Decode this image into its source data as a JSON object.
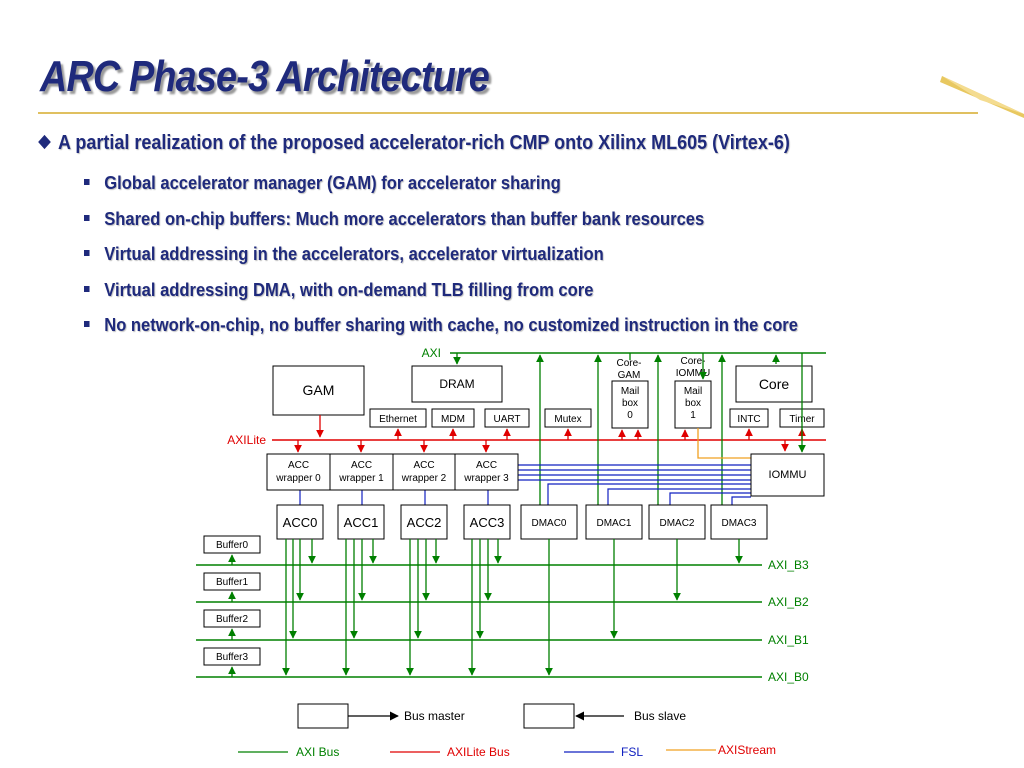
{
  "slide": {
    "title": "ARC Phase-3 Architecture",
    "bullet": "A partial realization of the proposed accelerator-rich CMP onto Xilinx ML605 (Virtex-6)",
    "sub_bullets": [
      "Global accelerator manager (GAM) for accelerator sharing",
      "Shared on-chip buffers: Much more accelerators than buffer bank resources",
      "Virtual addressing in the accelerators, accelerator virtualization",
      "Virtual addressing DMA, with on-demand TLB filling from core",
      "No network-on-chip, no buffer sharing with cache, no customized instruction in the core"
    ]
  },
  "colors": {
    "title": "#1f2a7c",
    "axi": "#008000",
    "axilite": "#e00000",
    "fsl": "#1020c0",
    "axistream": "#f0a020"
  },
  "diagram": {
    "buses": {
      "axi": "AXI",
      "axilite": "AXILite",
      "b3": "AXI_B3",
      "b2": "AXI_B2",
      "b1": "AXI_B1",
      "b0": "AXI_B0"
    },
    "blocks": {
      "gam": "GAM",
      "dram": "DRAM",
      "core": "Core",
      "core_gam_label": [
        "Core-",
        "GAM"
      ],
      "core_iommu_label": [
        "Core-",
        "IOMMU"
      ],
      "mailbox0": [
        "Mail",
        "box",
        "0"
      ],
      "mailbox1": [
        "Mail",
        "box",
        "1"
      ],
      "ethernet": "Ethernet",
      "mdm": "MDM",
      "uart": "UART",
      "mutex": "Mutex",
      "intc": "INTC",
      "timer": "Timer",
      "iommu": "IOMMU",
      "wrappers": [
        [
          "ACC",
          "wrapper 0"
        ],
        [
          "ACC",
          "wrapper 1"
        ],
        [
          "ACC",
          "wrapper 2"
        ],
        [
          "ACC",
          "wrapper 3"
        ]
      ],
      "accs": [
        "ACC0",
        "ACC1",
        "ACC2",
        "ACC3"
      ],
      "dmacs": [
        "DMAC0",
        "DMAC1",
        "DMAC2",
        "DMAC3"
      ],
      "buffers": [
        "Buffer0",
        "Buffer1",
        "Buffer2",
        "Buffer3"
      ]
    },
    "legend": {
      "bus_master": "Bus master",
      "bus_slave": "Bus slave",
      "axi_bus": "AXI Bus",
      "axilite_bus": "AXILite Bus",
      "fsl": "FSL",
      "axistream": "AXIStream"
    }
  }
}
